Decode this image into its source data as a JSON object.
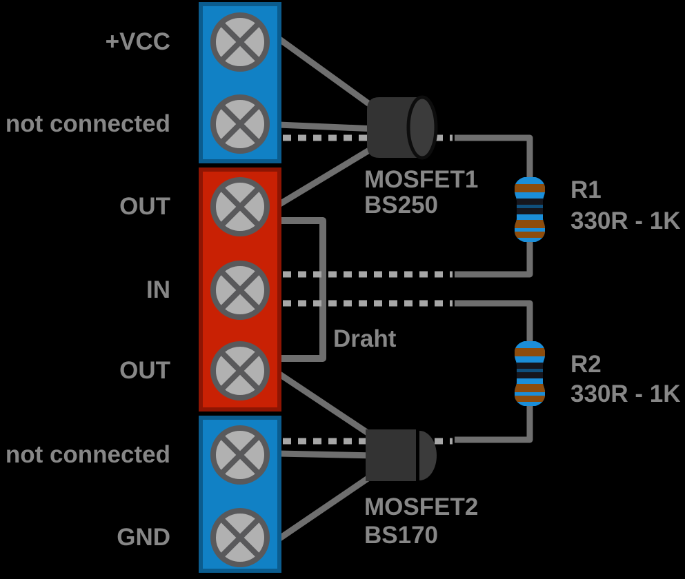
{
  "terminals": [
    {
      "label": "+VCC",
      "block": "blue"
    },
    {
      "label": "not connected",
      "block": "blue"
    },
    {
      "label": "OUT",
      "block": "red"
    },
    {
      "label": "IN",
      "block": "red"
    },
    {
      "label": "OUT",
      "block": "red"
    },
    {
      "label": "not connected",
      "block": "blue"
    },
    {
      "label": "GND",
      "block": "blue"
    }
  ],
  "components": {
    "mosfet1": {
      "label": "MOSFET1",
      "part": "BS250"
    },
    "mosfet2": {
      "label": "MOSFET2",
      "part": "BS170"
    },
    "r1": {
      "label": "R1",
      "value": "330R - 1K",
      "bands": [
        "brown",
        "black",
        "black",
        "brown",
        "brown"
      ]
    },
    "r2": {
      "label": "R2",
      "value": "330R - 1K",
      "bands": [
        "brown",
        "black",
        "black",
        "brown",
        "brown"
      ]
    },
    "wire": {
      "label": "Draht"
    }
  },
  "colors": {
    "background": "#000000",
    "block_blue": "#1181c5",
    "block_blue_border": "#0b5c8e",
    "block_red": "#c92104",
    "block_red_border": "#8e1503",
    "terminal_fill": "#b1b1b1",
    "terminal_stroke": "#59595b",
    "wire_solid": "#6f6f6f",
    "wire_dashed": "#a7a7a7",
    "label_text": "#878787",
    "mosfet_body": "#333333",
    "mosfet_cap": "#3b3b3b",
    "resistor_body": "#1b8ed8",
    "band_brown": "#8d4c0c",
    "band_black": "#16161d"
  }
}
